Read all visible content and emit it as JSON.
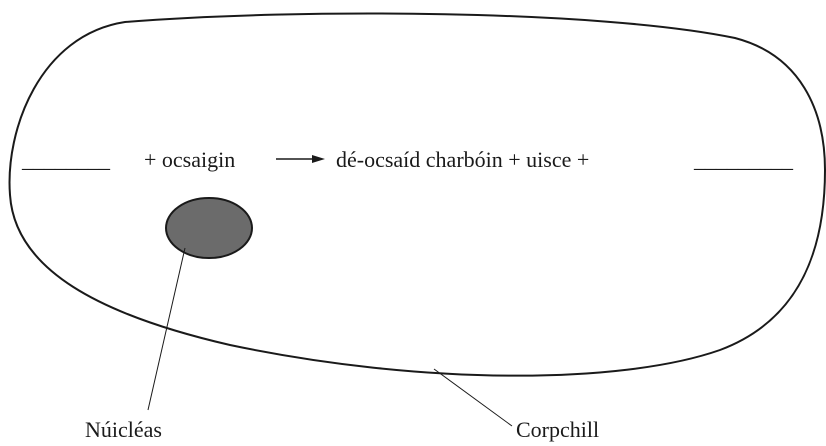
{
  "equation": {
    "blank_left": "________",
    "plus_oxygen": "+ ocsaigin",
    "products": "dé-ocsaíd charbóin + uisce +",
    "blank_right": "_________"
  },
  "labels": {
    "nucleus": "Núicléas",
    "cell_membrane": "Corpchill"
  },
  "colors": {
    "outline": "#1a1a1a",
    "nucleus_fill": "#6b6b6b"
  }
}
